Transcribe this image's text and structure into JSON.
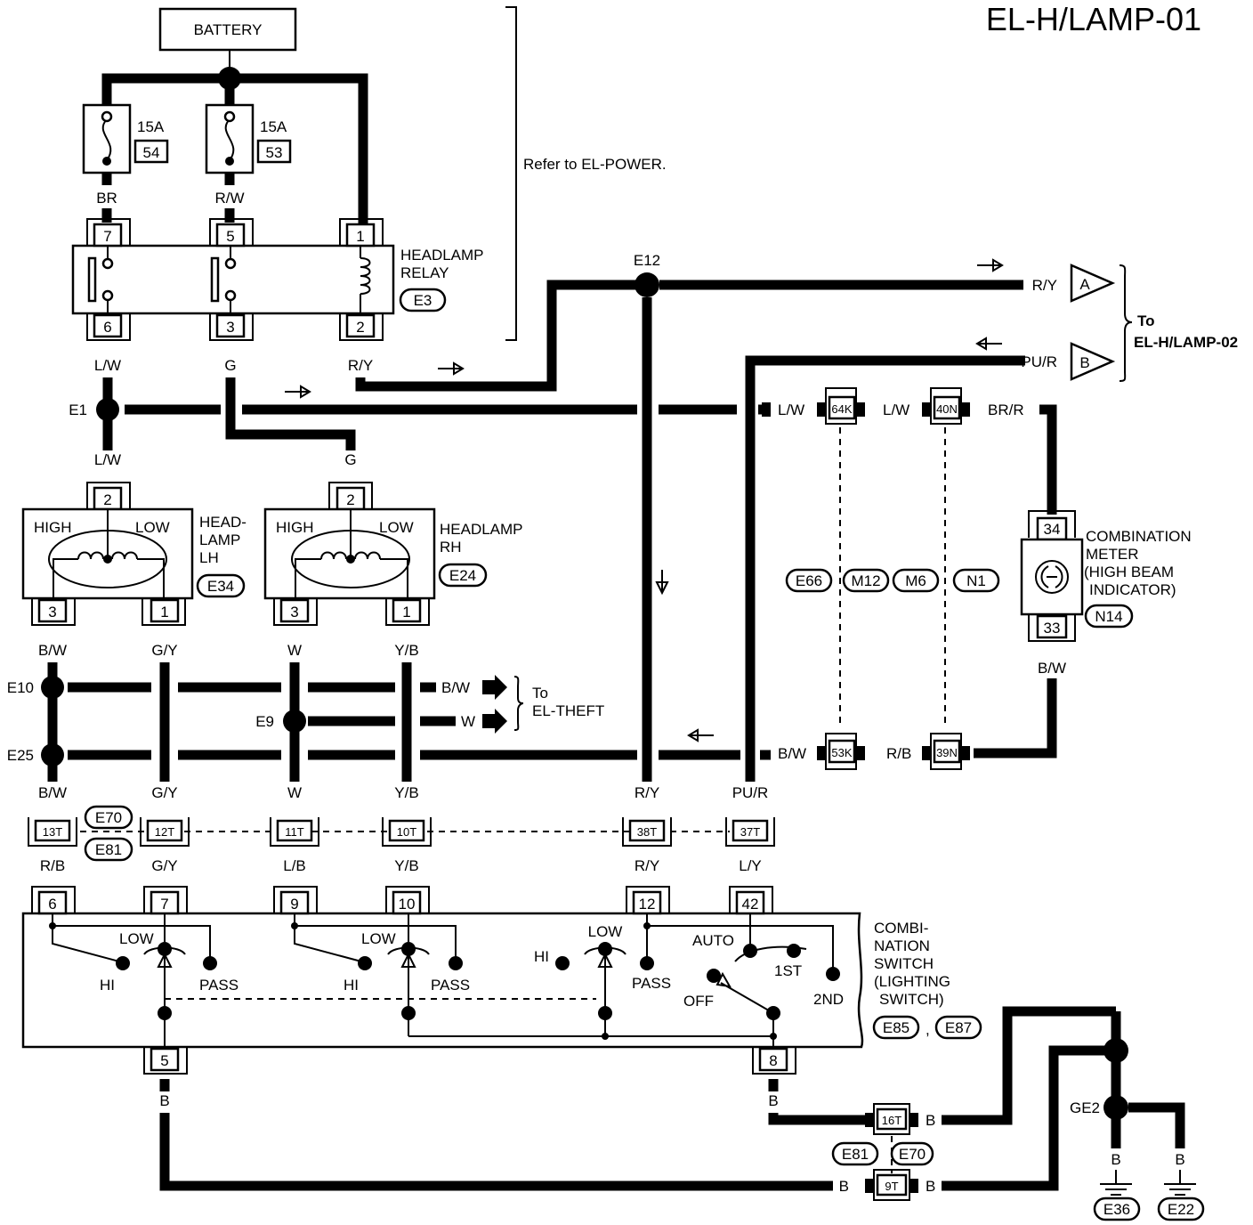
{
  "title": "EL-H/LAMP-01",
  "battery": "BATTERY",
  "fuses": [
    {
      "amp": "15A",
      "num": "54"
    },
    {
      "amp": "15A",
      "num": "53"
    }
  ],
  "refer": "Refer to EL-POWER.",
  "relay": {
    "line1": "HEADLAMP",
    "line2": "RELAY",
    "conn": "E3",
    "pins": [
      "7",
      "5",
      "1",
      "6",
      "3",
      "2"
    ]
  },
  "wires": {
    "br": "BR",
    "rw": "R/W",
    "lw": "L/W",
    "g": "G",
    "ry": "R/Y",
    "puR": "PU/R",
    "bw": "B/W",
    "gy": "G/Y",
    "w": "W",
    "yb": "Y/B",
    "rb": "R/B",
    "lb": "L/B",
    "ly": "L/Y",
    "b": "B",
    "brr": "BR/R"
  },
  "joints": {
    "e12": "E12",
    "e1": "E1",
    "e10": "E10",
    "e9": "E9",
    "e25": "E25",
    "ge2": "GE2"
  },
  "to_lamp02": {
    "to": "To",
    "target": "EL-H/LAMP-02",
    "a": "A",
    "b": "B"
  },
  "to_theft": {
    "to": "To",
    "target": "EL-THEFT"
  },
  "headlamp_lh": {
    "l1": "HEAD-",
    "l2": "LAMP",
    "l3": "LH",
    "conn": "E34",
    "high": "HIGH",
    "low": "LOW",
    "pins": [
      "2",
      "3",
      "1"
    ]
  },
  "headlamp_rh": {
    "l1": "HEADLAMP",
    "l2": "RH",
    "conn": "E24",
    "high": "HIGH",
    "low": "LOW",
    "pins": [
      "2",
      "3",
      "1"
    ]
  },
  "meter": {
    "l1": "COMBINATION",
    "l2": "METER",
    "l3": "(HIGH BEAM",
    "l4": "INDICATOR)",
    "conn": "N14",
    "pins": [
      "34",
      "33"
    ]
  },
  "connectors": {
    "c64k": "64K",
    "c40n": "40N",
    "c53k": "53K",
    "c39n": "39N",
    "e66": "E66",
    "m12": "M12",
    "m6": "M6",
    "n1": "N1",
    "t13": "13T",
    "t12": "12T",
    "t11": "11T",
    "t10": "10T",
    "t38": "38T",
    "t37": "37T",
    "e70": "E70",
    "e81": "E81",
    "t16": "16T",
    "t9": "9T"
  },
  "switch": {
    "l1": "COMBI-",
    "l2": "NATION",
    "l3": "SWITCH",
    "l4": "(LIGHTING",
    "l5": "SWITCH)",
    "conn1": "E85",
    "conn2": "E87",
    "comma": ",",
    "pins": [
      "6",
      "7",
      "9",
      "10",
      "12",
      "42",
      "5",
      "8"
    ],
    "hi": "HI",
    "low": "LOW",
    "pass": "PASS",
    "auto": "AUTO",
    "first": "1ST",
    "second": "2ND",
    "off": "OFF"
  },
  "grounds": [
    "E36",
    "E22"
  ]
}
